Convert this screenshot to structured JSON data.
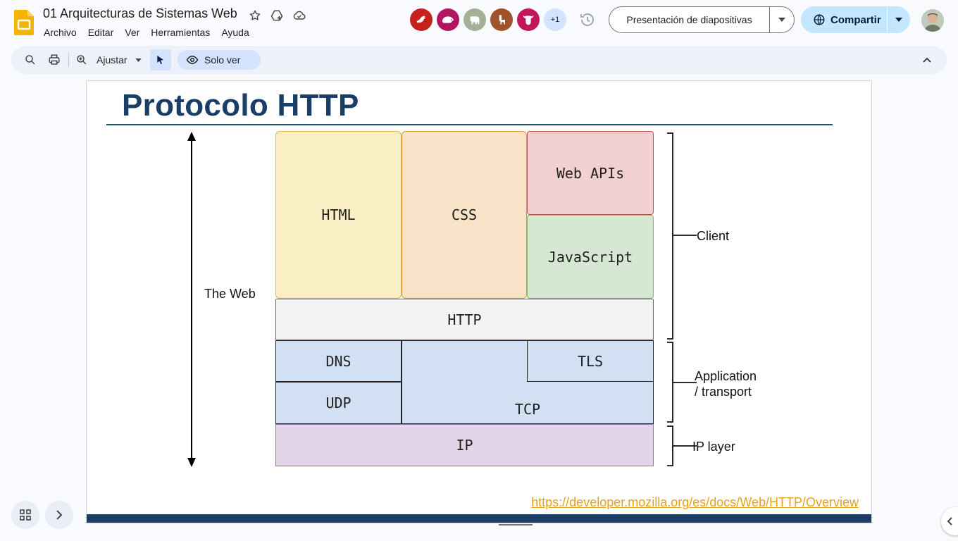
{
  "header": {
    "doc_title": "01 Arquitecturas de Sistemas Web",
    "menu": [
      "Archivo",
      "Editar",
      "Ver",
      "Herramientas",
      "Ayuda"
    ],
    "collaborators": [
      {
        "icon": "bird-icon",
        "color": "#c5221f"
      },
      {
        "icon": "hedgehog-icon",
        "color": "#b0175e"
      },
      {
        "icon": "elephant-icon",
        "color": "#a3b196"
      },
      {
        "icon": "llama-icon",
        "color": "#a0522d"
      },
      {
        "icon": "buffalo-icon",
        "color": "#c2185b"
      }
    ],
    "extra_collaborators": "+1",
    "present_label": "Presentación de diapositivas",
    "share_label": "Compartir",
    "brand_color": "#f4b400",
    "share_color": "#c2e7ff"
  },
  "toolbar": {
    "zoom_label": "Ajustar",
    "view_only_label": "Solo ver"
  },
  "slide": {
    "title": "Protocolo HTTP",
    "title_color": "#1b3e66",
    "side_label": "The Web",
    "blocks": {
      "html": "HTML",
      "css": "CSS",
      "web_apis": "Web APIs",
      "javascript": "JavaScript",
      "http": "HTTP",
      "dns": "DNS",
      "udp": "UDP",
      "tls": "TLS",
      "tcp": "TCP",
      "ip": "IP"
    },
    "brackets": {
      "client": "Client",
      "application": "Application",
      "transport": "/ transport",
      "ip_layer": "IP layer"
    },
    "link": "https://developer.mozilla.org/es/docs/Web/HTTP/Overview"
  }
}
